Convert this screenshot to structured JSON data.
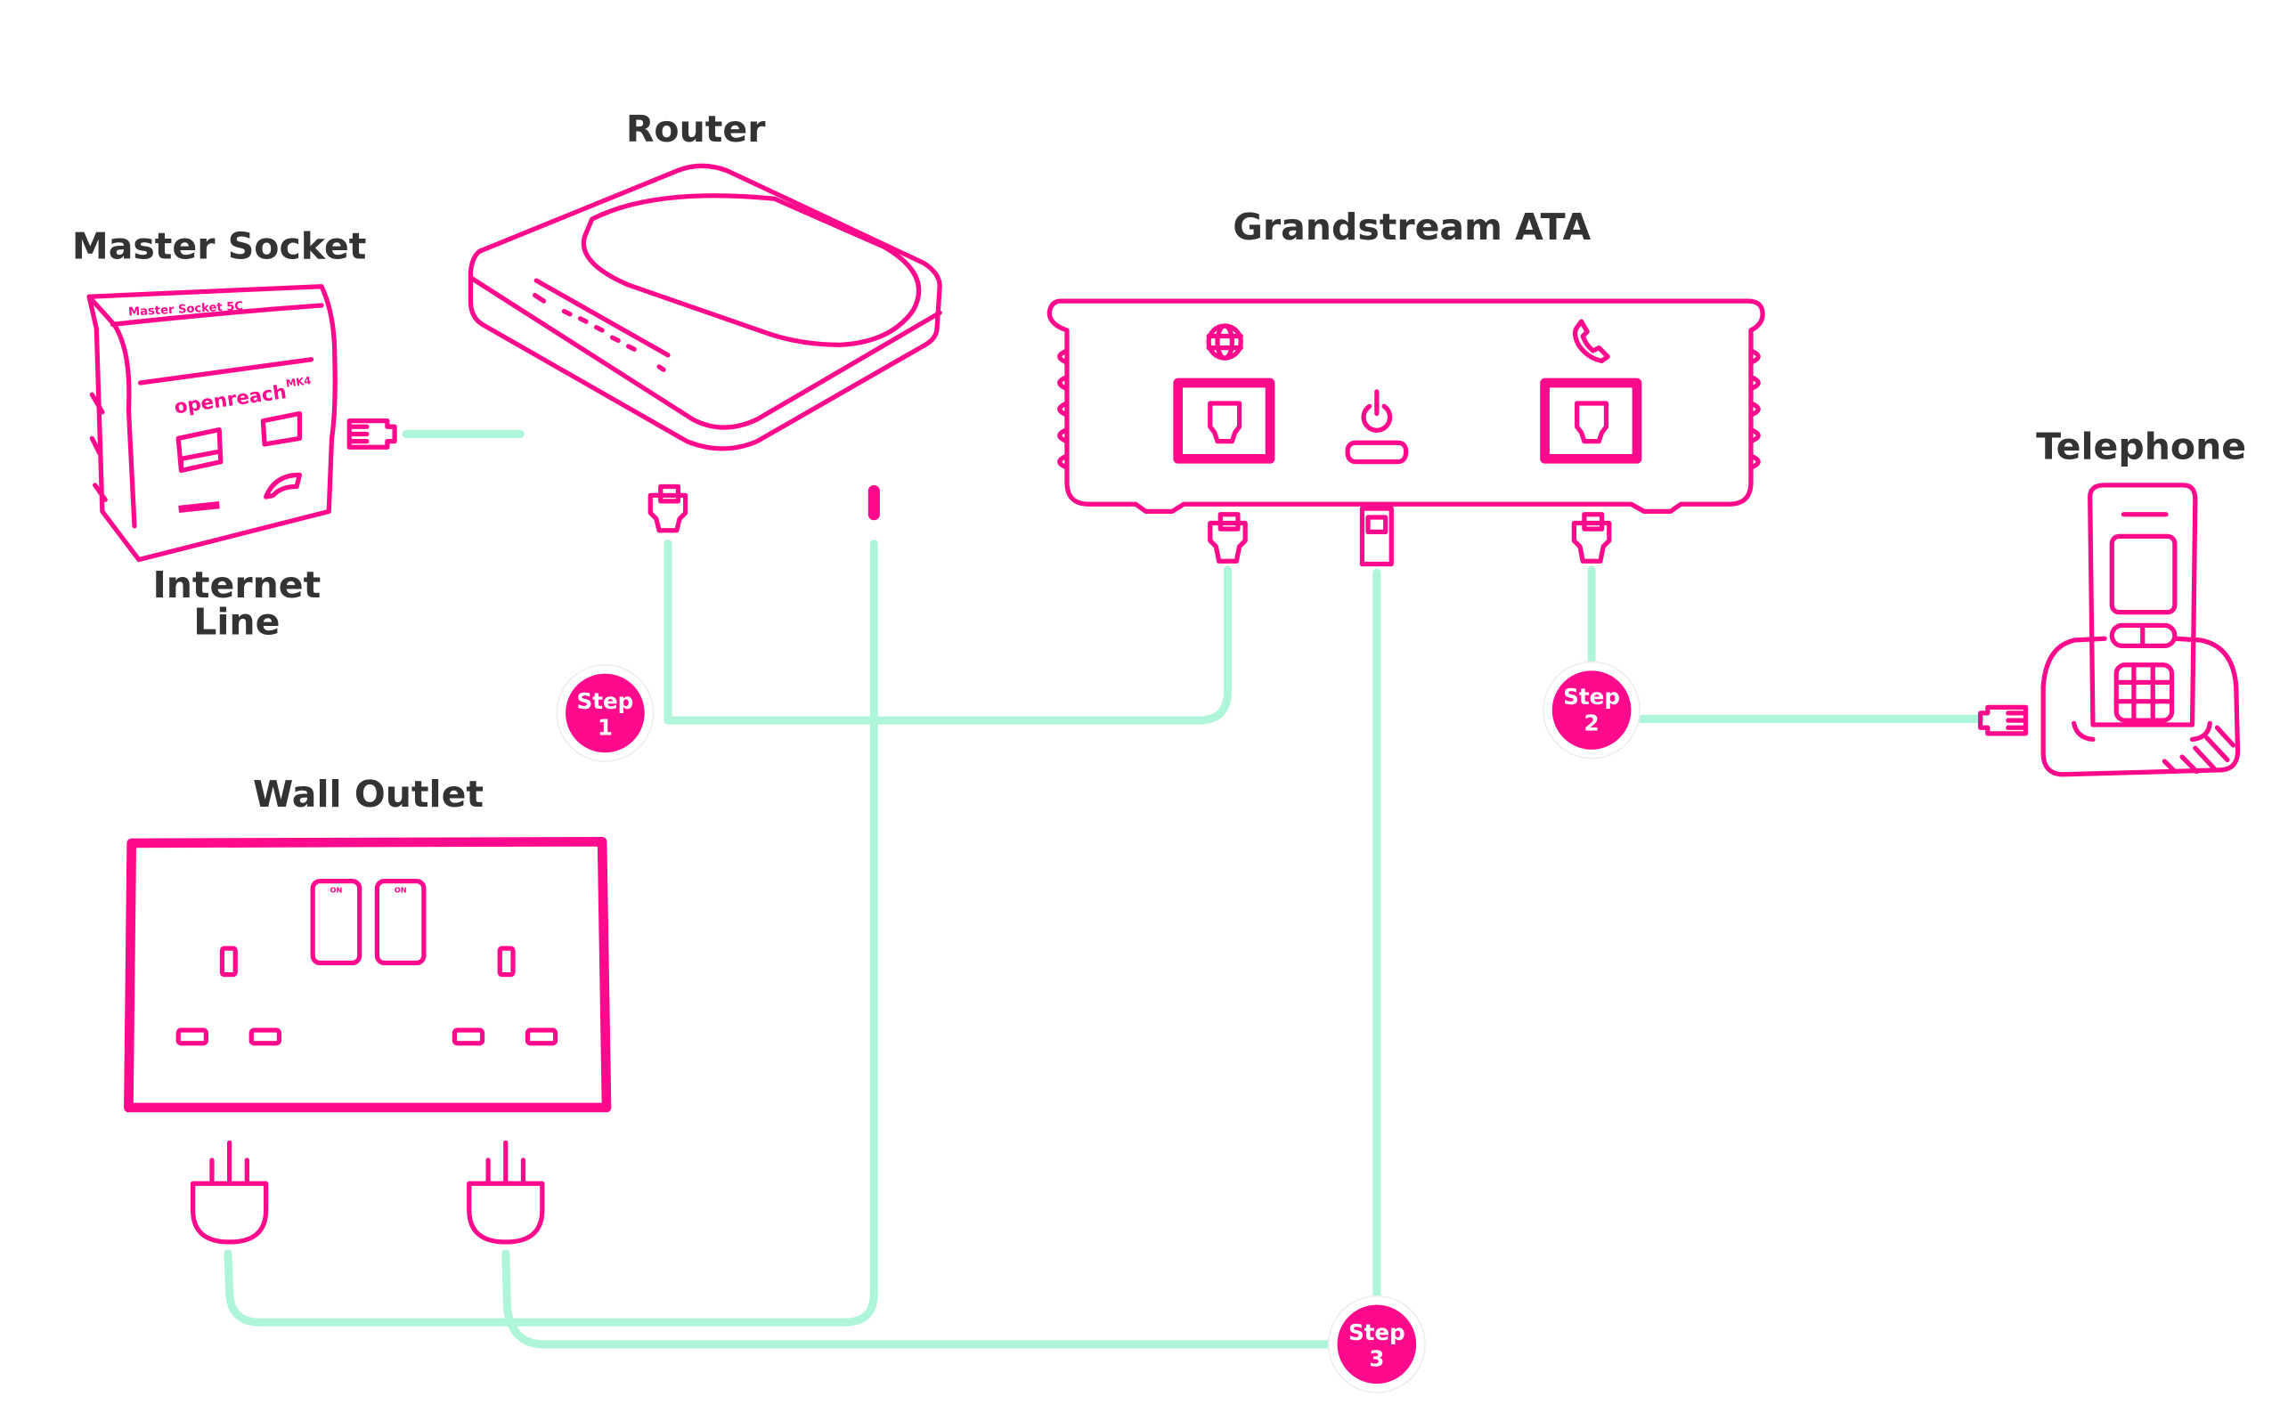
{
  "title": "ATA connection setup diagram",
  "colors": {
    "device_outline": "#ff0a8c",
    "cable": "#aef5da",
    "label_text": "#333333",
    "step_badge": "#ff0a8c",
    "step_text": "#ffffff"
  },
  "devices": {
    "master_socket": {
      "label": "Master Socket",
      "brand_top": "Master Socket 5C",
      "brand_front": "openreach",
      "model": "MK4",
      "sublabel_line1": "Internet",
      "sublabel_line2": "Line"
    },
    "router": {
      "label": "Router"
    },
    "ata": {
      "label": "Grandstream ATA",
      "ports": [
        {
          "name": "internet-port",
          "icon": "globe-icon"
        },
        {
          "name": "power-port",
          "icon": "power-icon"
        },
        {
          "name": "phone-port",
          "icon": "phone-icon"
        }
      ]
    },
    "telephone": {
      "label": "Telephone"
    },
    "wall_outlet": {
      "label": "Wall Outlet",
      "switch_labels": [
        "ON",
        "ON"
      ]
    }
  },
  "steps": [
    {
      "label": "Step",
      "number": "1",
      "description": "Router LAN to ATA internet port"
    },
    {
      "label": "Step",
      "number": "2",
      "description": "ATA phone port to telephone"
    },
    {
      "label": "Step",
      "number": "3",
      "description": "Power cables to wall outlet"
    }
  ]
}
